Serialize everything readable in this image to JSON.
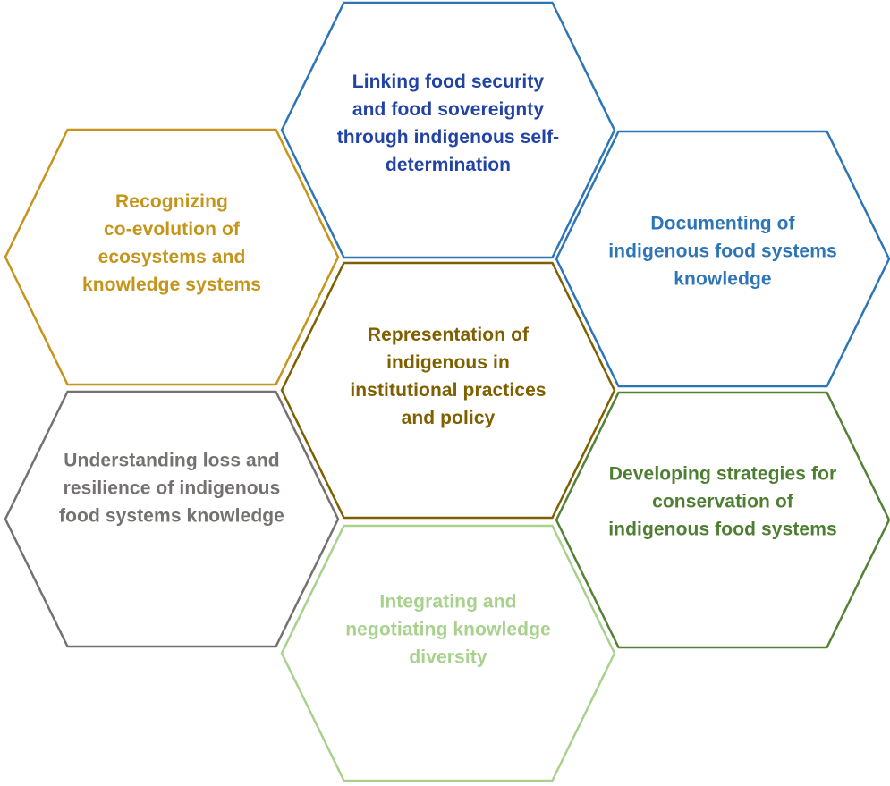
{
  "diagram": {
    "background_color": "#ffffff",
    "hexagons": [
      {
        "id": "linking-food-security",
        "label": "Linking food security\nand food sovereignty\nthrough indigenous self-\ndetermination",
        "border_color": "#2E75B6",
        "text_color": "#2143A3"
      },
      {
        "id": "recognizing-co-evolution",
        "label": "Recognizing\nco-evolution of\necosystems and\nknowledge systems",
        "border_color": "#C5941A",
        "text_color": "#C5941A"
      },
      {
        "id": "documenting-knowledge",
        "label": "Documenting of\nindigenous food systems\nknowledge",
        "border_color": "#2E75B6",
        "text_color": "#2E75B6"
      },
      {
        "id": "representation-institutional",
        "label": "Representation of\nindigenous in\ninstitutional practices\nand policy",
        "border_color": "#7F6000",
        "text_color": "#7F6000"
      },
      {
        "id": "understanding-loss-resilience",
        "label": "Understanding loss and\nresilience of indigenous\nfood systems knowledge",
        "border_color": "#767171",
        "text_color": "#767171"
      },
      {
        "id": "developing-strategies",
        "label": "Developing strategies for\nconservation of\nindigenous food systems",
        "border_color": "#538135",
        "text_color": "#4E7E32"
      },
      {
        "id": "integrating-negotiating",
        "label": "Integrating and\nnegotiating knowledge\ndiversity",
        "border_color": "#A9D18E",
        "text_color": "#A9D18E"
      }
    ]
  }
}
